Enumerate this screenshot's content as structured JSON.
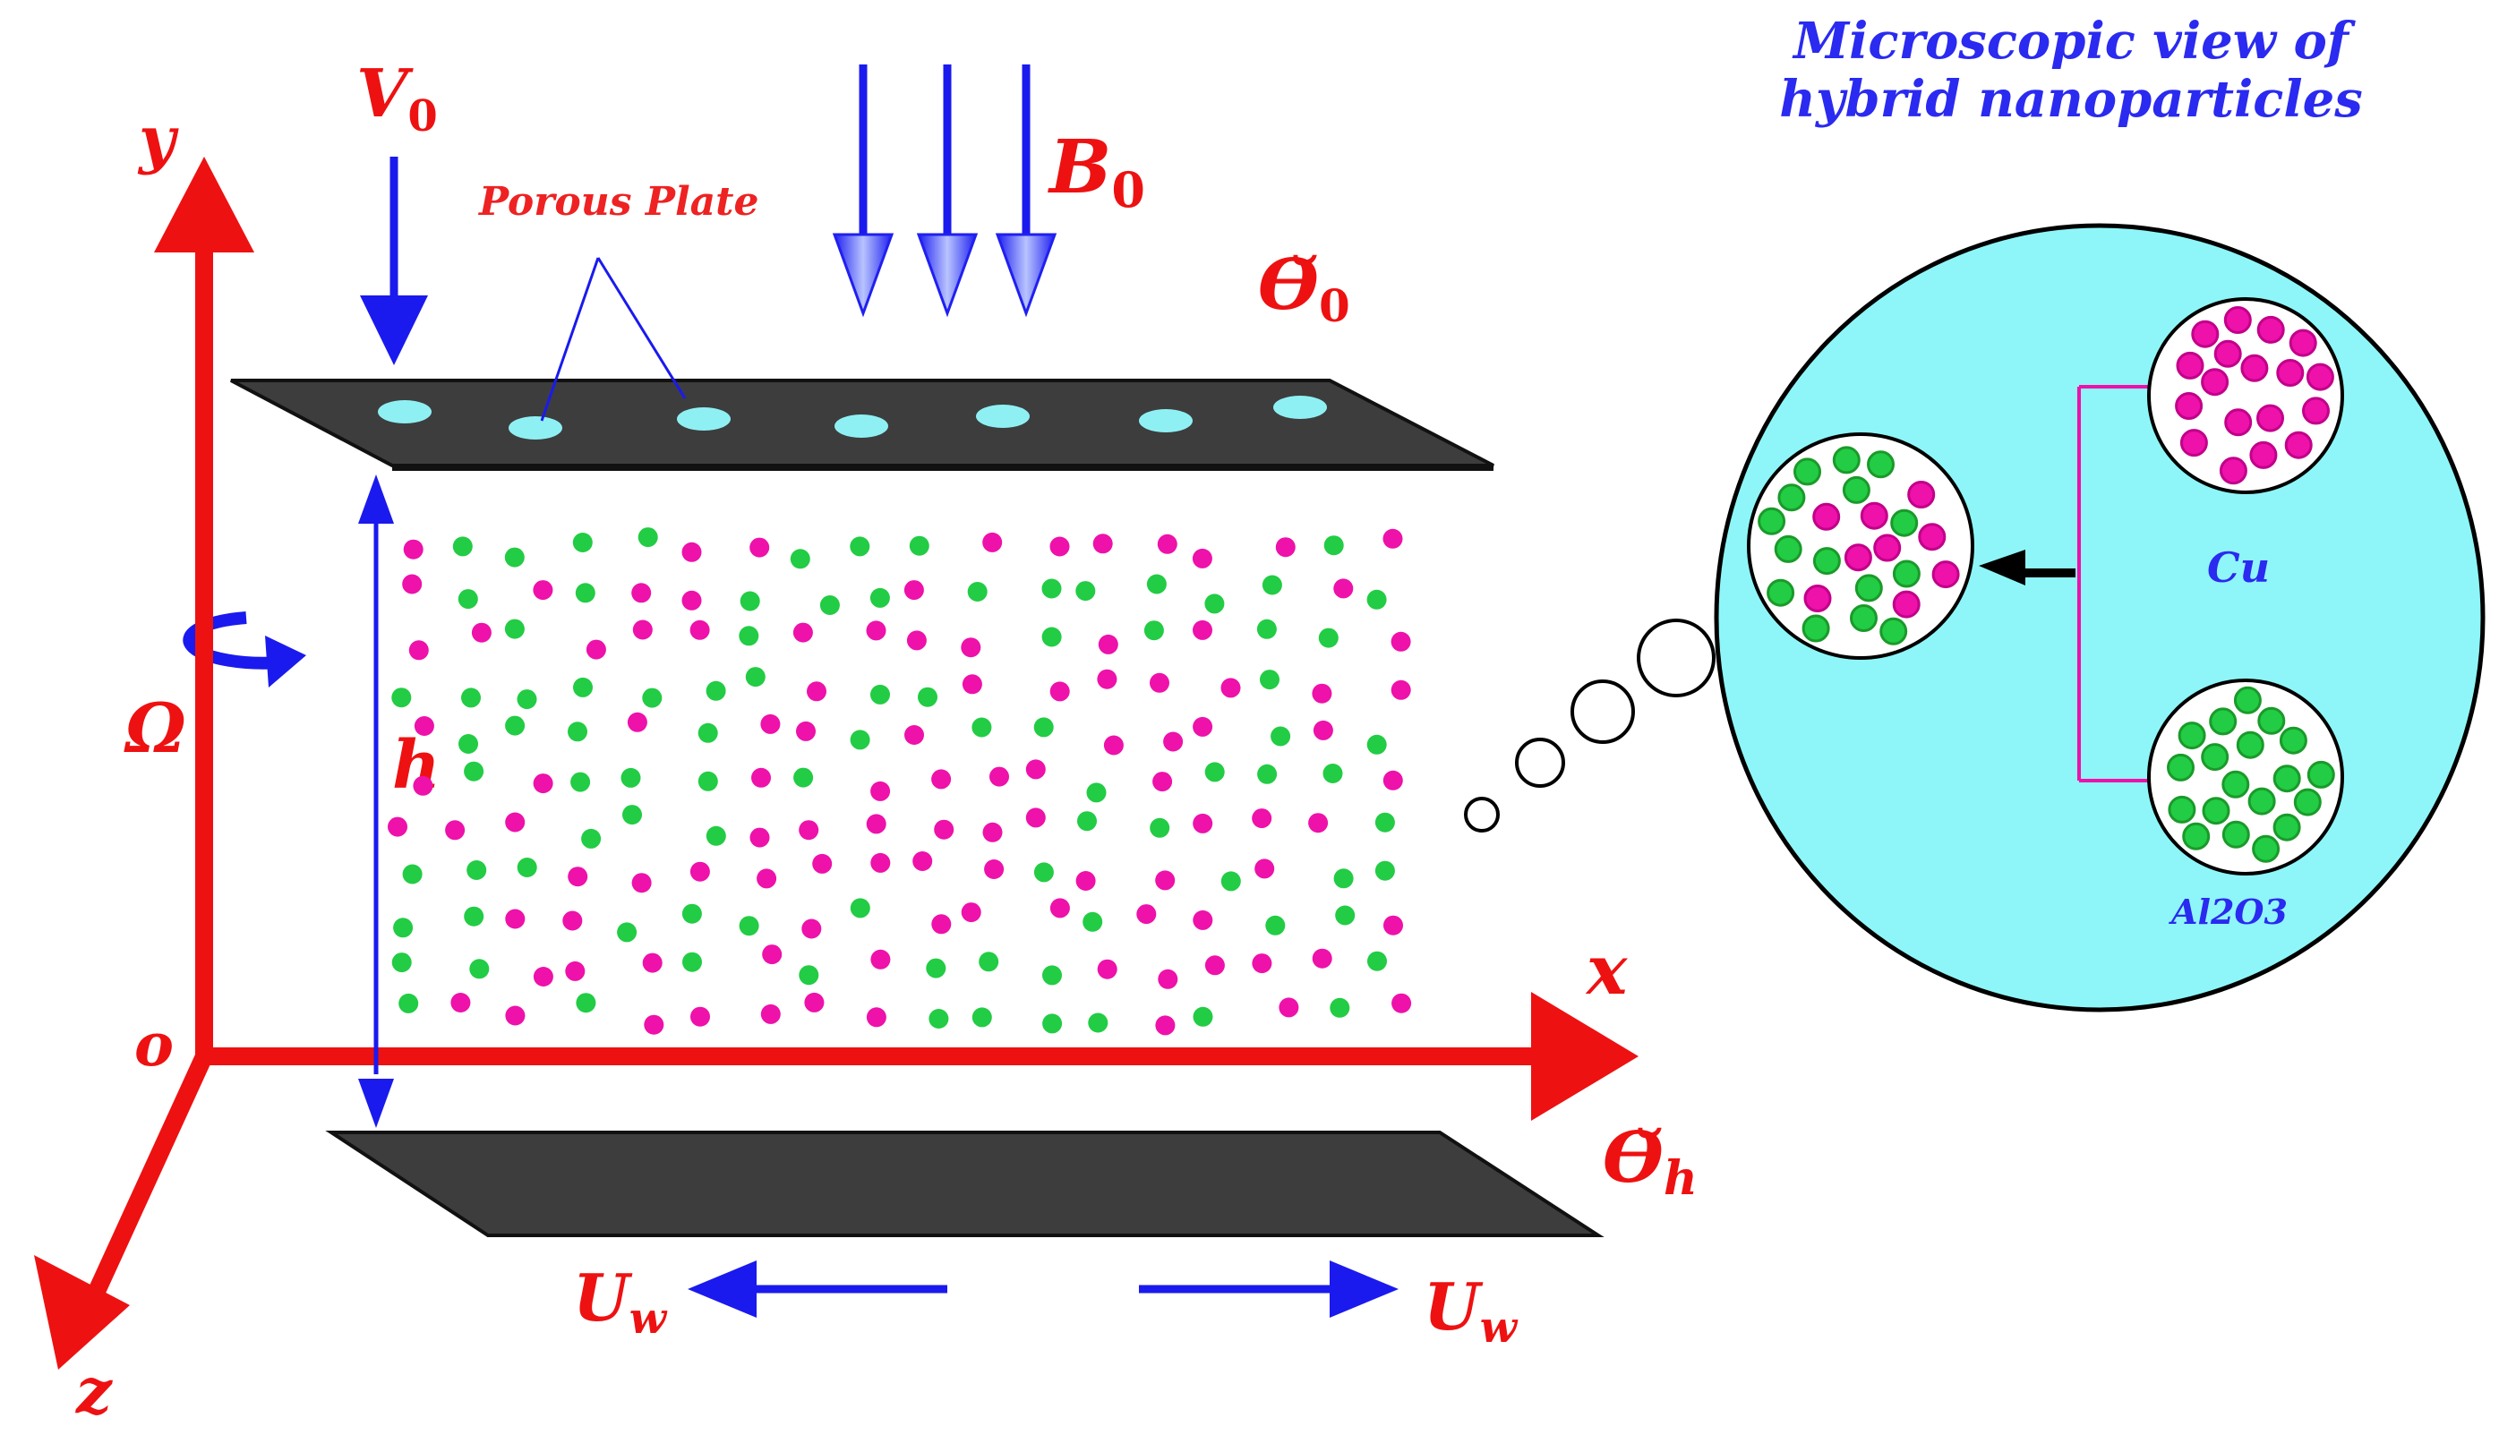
{
  "labels": {
    "y_axis": "y",
    "x_axis": "x",
    "z_axis": "z",
    "origin": "o",
    "v0": "V",
    "v0_sub": "0",
    "b0": "B",
    "b0_sub": "0",
    "theta0": "ϴ̆",
    "theta0_sub": "0",
    "thetah": "ϴ̆",
    "thetah_sub": "h",
    "omega": "Ω",
    "h": "h",
    "porous_plate": "Porous Plate",
    "uw_left": "U",
    "uw_left_sub": "w",
    "uw_right": "U",
    "uw_right_sub": "w"
  },
  "inset": {
    "title_line1": "Microscopic view of",
    "title_line2": "hybrid nanoparticles",
    "cu_label": "Cu",
    "al2o3_label": "Al2O3"
  },
  "colors": {
    "axis_red": "#ee1111",
    "arrow_blue": "#1a1aee",
    "plate": "#3d3d3d",
    "pore": "#8ff0f4",
    "cu_pink": "#ee11aa",
    "al2o3_green": "#22cc44",
    "inset_bg": "#8ef6f8"
  }
}
